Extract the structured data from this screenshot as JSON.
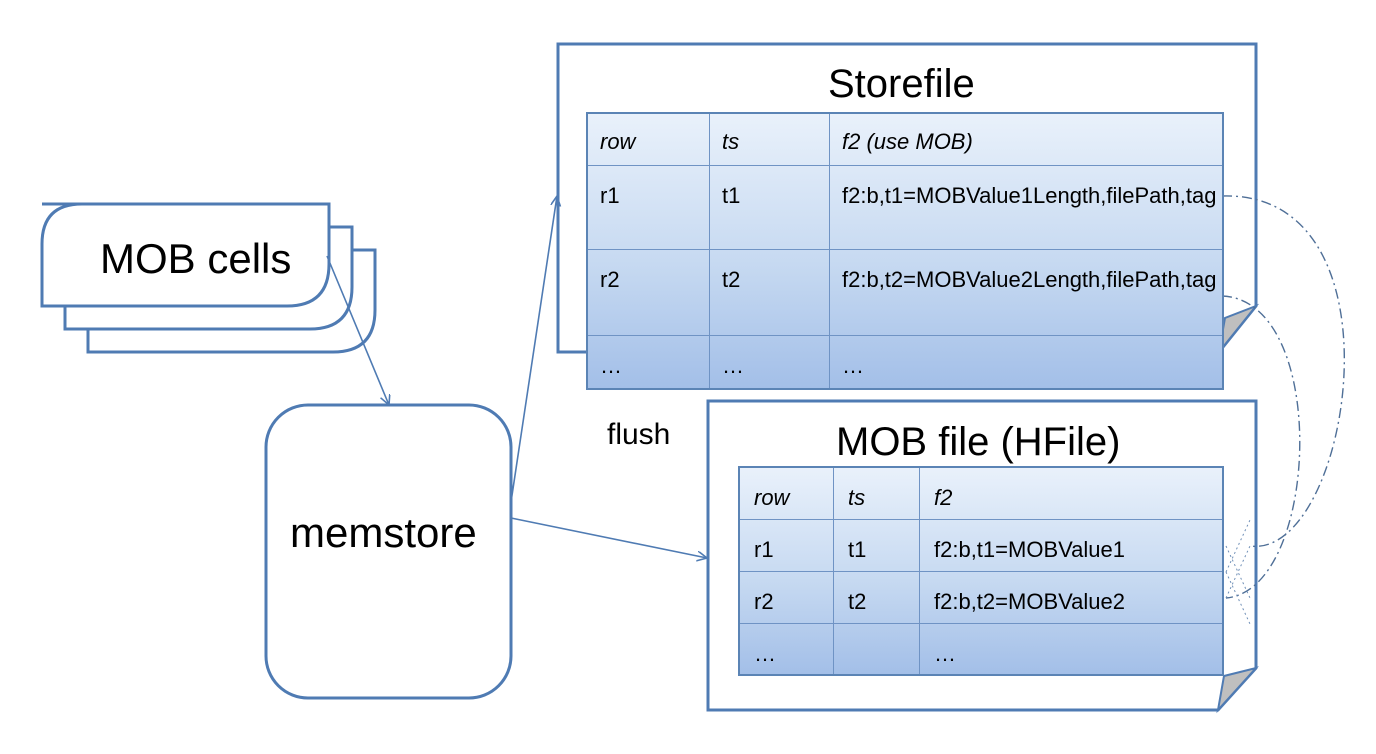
{
  "mob_cells": {
    "label": "MOB cells"
  },
  "memstore": {
    "label": "memstore"
  },
  "flush": {
    "label": "flush"
  },
  "storefile": {
    "title": "Storefile",
    "headers": [
      "row",
      "ts",
      "f2 (use MOB)"
    ],
    "rows": [
      [
        "r1",
        "t1",
        "f2:b,t1=MOBValue1Length,filePath,tag"
      ],
      [
        "r2",
        "t2",
        "f2:b,t2=MOBValue2Length,filePath,tag"
      ],
      [
        "…",
        "…",
        "…"
      ]
    ]
  },
  "mob_file": {
    "title": "MOB file (HFile)",
    "headers": [
      "row",
      "ts",
      "f2"
    ],
    "rows": [
      [
        "r1",
        "t1",
        "f2:b,t1=MOBValue1"
      ],
      [
        "r2",
        "t2",
        "f2:b,t2=MOBValue2"
      ],
      [
        "…",
        "",
        "…"
      ]
    ]
  },
  "colors": {
    "stroke": "#4f7bb3",
    "table_top": "#e9f1fb",
    "table_bottom": "#a3bfe8",
    "fold": "#bfbfbf"
  }
}
